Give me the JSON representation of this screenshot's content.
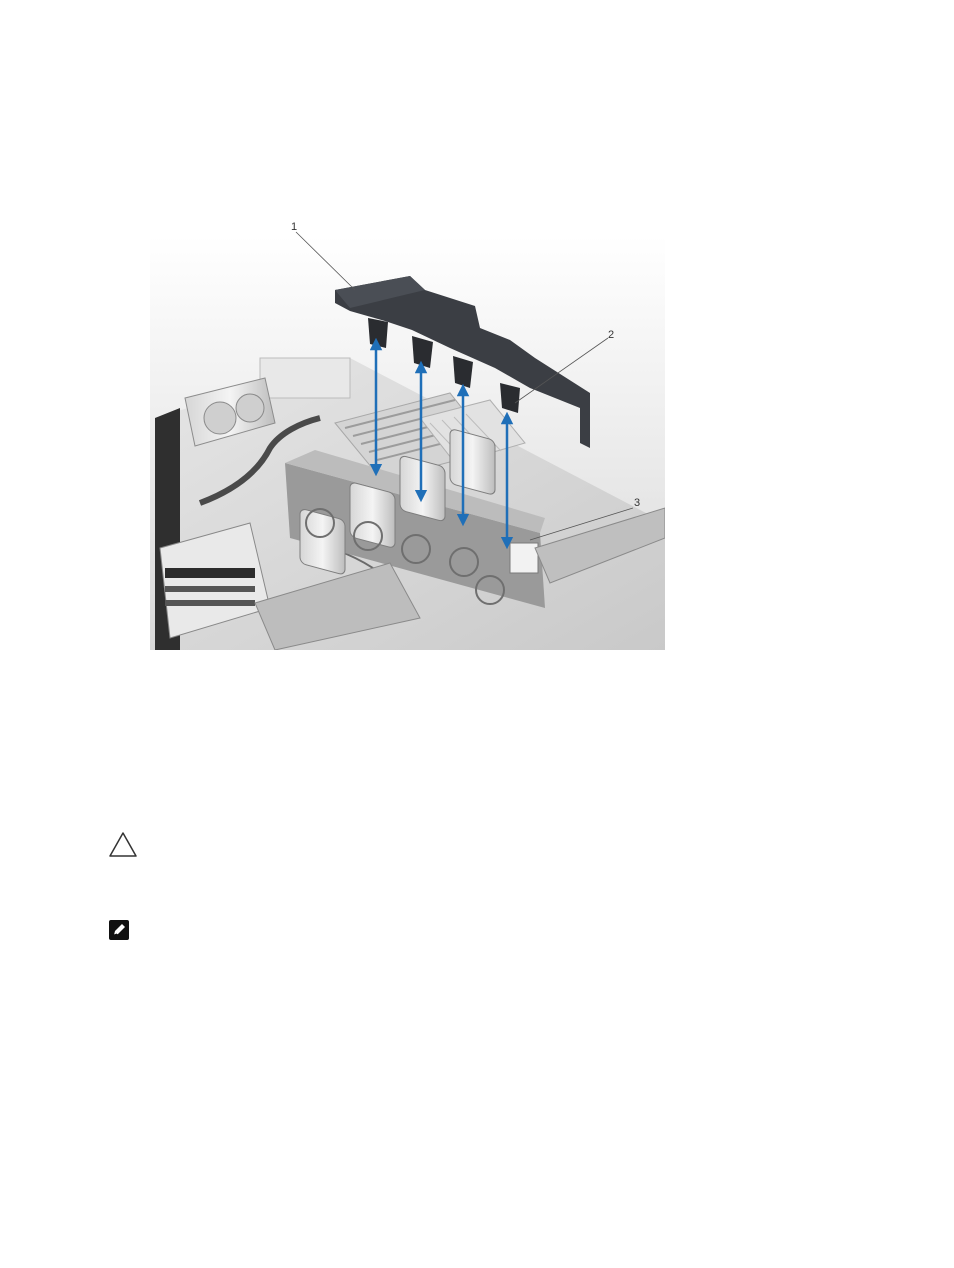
{
  "figure": {
    "callouts": [
      {
        "label": "1"
      },
      {
        "label": "2"
      },
      {
        "label": "3"
      }
    ],
    "arrow_color": "#1f6fb8",
    "shroud_color": "#3b3e44"
  },
  "notices": {
    "caution_icon": "caution-triangle-icon",
    "note_icon": "note-pencil-icon"
  }
}
